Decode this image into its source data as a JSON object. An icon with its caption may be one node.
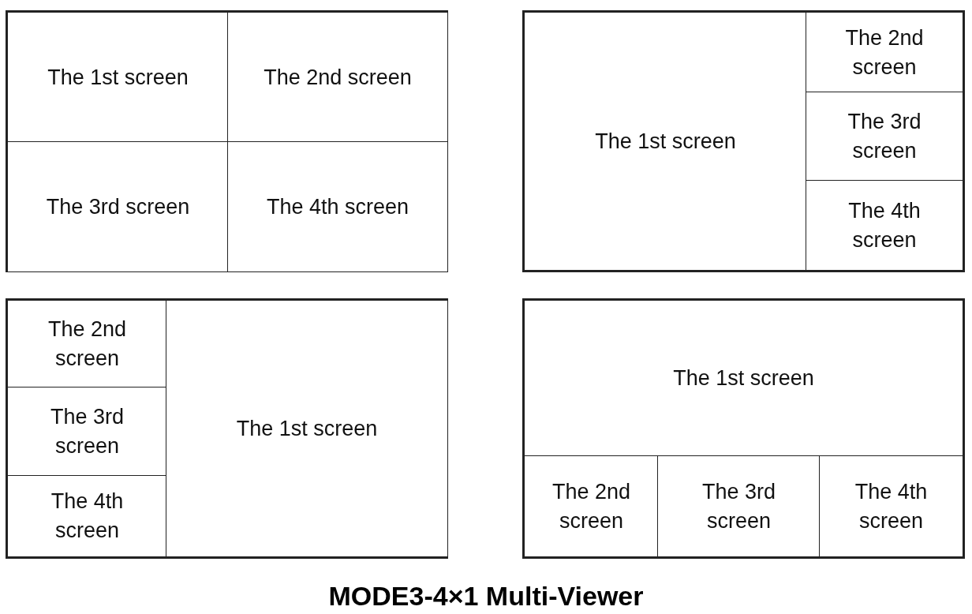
{
  "diagram": {
    "title": "MODE3-4×1 Multi-Viewer",
    "nodes": [
      {
        "text": [],
        "shape": "box"
      },
      {
        "text": [
          "The 1st screen"
        ],
        "in": 0
      },
      {
        "text": [
          "The 2nd screen"
        ],
        "in": 0
      },
      {
        "text": [
          "The 3rd screen"
        ],
        "in": 0
      },
      {
        "text": [
          "The 4th screen"
        ],
        "in": 0
      },
      {
        "text": [],
        "shape": "box"
      },
      {
        "text": [
          "The 1st screen"
        ],
        "in": 5
      },
      {
        "text": [
          "The 2nd screen"
        ],
        "in": 5
      },
      {
        "text": [
          "The 3rd screen"
        ],
        "in": 5
      },
      {
        "text": [
          "The 4th screen"
        ],
        "in": 5
      },
      {
        "text": [],
        "shape": "box"
      },
      {
        "text": [
          "The 2nd screen"
        ],
        "in": 10
      },
      {
        "text": [
          "The 3rd screen"
        ],
        "in": 10
      },
      {
        "text": [
          "The 4th screen"
        ],
        "in": 10
      },
      {
        "text": [
          "The 1st screen"
        ],
        "in": 10
      },
      {
        "text": [],
        "shape": "box"
      },
      {
        "text": [
          "The 1st screen"
        ],
        "in": 15
      },
      {
        "text": [
          "The 2nd screen"
        ],
        "in": 15
      },
      {
        "text": [
          "The 3rd screen"
        ],
        "in": 15
      },
      {
        "text": [
          "The 4th screen"
        ],
        "in": 15
      }
    ]
  }
}
